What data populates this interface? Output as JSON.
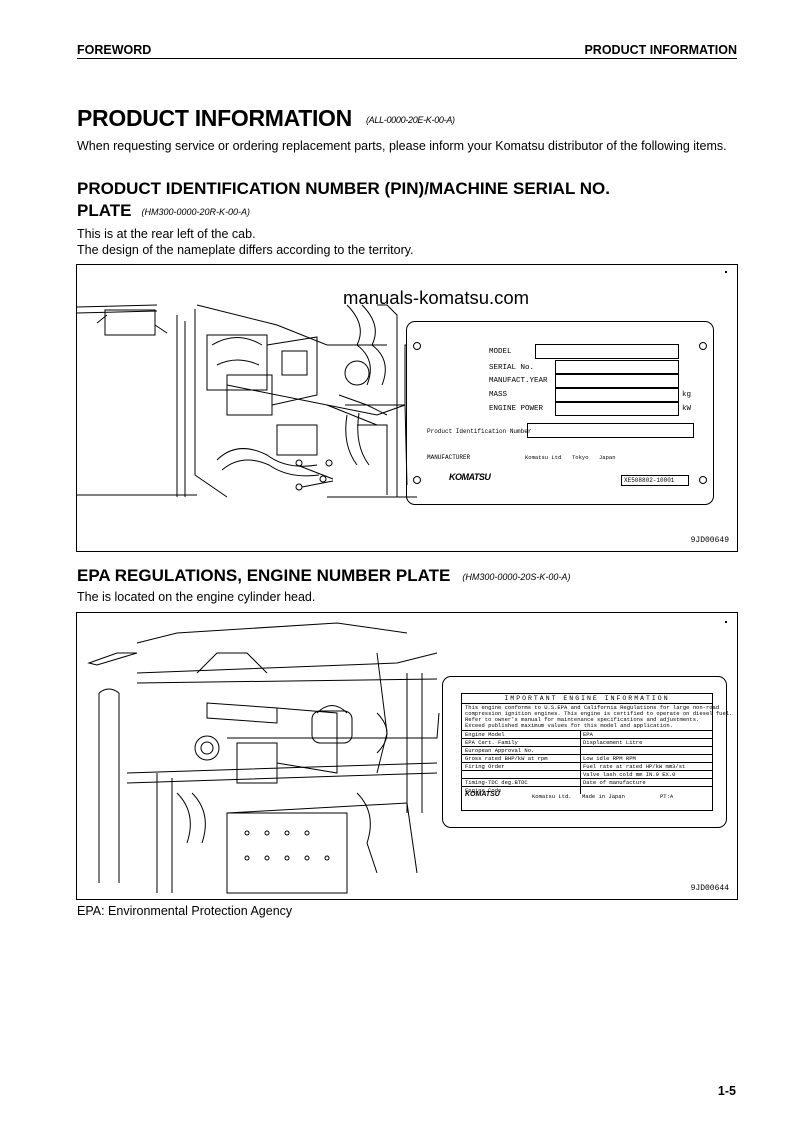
{
  "header": {
    "left": "FOREWORD",
    "right": "PRODUCT INFORMATION"
  },
  "section": {
    "title": "PRODUCT INFORMATION",
    "code": "(ALL-0000-20E-K-00-A)",
    "intro": "When requesting service or ordering replacement parts, please inform your Komatsu distributor of the following items."
  },
  "pin": {
    "title_line1": "PRODUCT IDENTIFICATION NUMBER (PIN)/MACHINE SERIAL NO.",
    "title_line2": "PLATE",
    "code": "(HM300-0000-20R-K-00-A)",
    "text1": "This is at the rear left of the cab.",
    "text2": "The design of the nameplate differs according to the territory.",
    "watermark": "manuals-komatsu.com",
    "plate": {
      "model": "MODEL",
      "serial": "SERIAL No.",
      "manufact_year": "MANUFACT.YEAR",
      "mass": "MASS",
      "engine_power": "ENGINE POWER",
      "unit_mass": "kg",
      "unit_power": "kW",
      "pin_label": "Product Identification Number",
      "manufacturer": "MANUFACTURER",
      "manufacturer_name": "Komatsu Ltd",
      "city": "Tokyo",
      "country": "Japan",
      "logo": "KOMATSU",
      "part_no": "XE508802-10001"
    },
    "figure_id": "9JD00649"
  },
  "epa": {
    "title": "EPA REGULATIONS, ENGINE NUMBER PLATE",
    "code": "(HM300-0000-20S-K-00-A)",
    "text": "The is located on the engine cylinder head.",
    "plate": {
      "heading": "IMPORTANT ENGINE INFORMATION",
      "para1": "This engine conforms to     U.S.EPA and California Regulations for large non-road",
      "para2": "compression ignition engines. This engine is certified to operate on diesel fuel.",
      "para3": "Refer to owner's manual for maintenance specifications and adjustments.",
      "para4": "Exceed published maximum values for this model and application.",
      "rows": [
        {
          "left": "Engine Model",
          "right": "EPA"
        },
        {
          "left": "EPA Cert. Family",
          "right": "Displacement        Litre"
        },
        {
          "left": "European Approval No.",
          "right": ""
        },
        {
          "left": "Gross rated BHP/kW     at    rpm",
          "right": "Low idle RPM         RPM"
        },
        {
          "left": "Firing Order",
          "right": "Fuel rate at rated HP/kW    mm3/st"
        },
        {
          "left": "",
          "right": "Valve lash cold mm    IN.0   EX.0"
        },
        {
          "left": "Timing-TDC        deg.BTDC",
          "right": "Date of manufacture"
        },
        {
          "left": "Engine Code",
          "right": ""
        }
      ],
      "logo": "KOMATSU",
      "maker": "Komatsu Ltd.",
      "made_in": "Made in Japan",
      "pt": "PT:A"
    },
    "figure_id": "9JD00644"
  },
  "epa_note": "EPA: Environmental Protection Agency",
  "page_number": "1-5"
}
